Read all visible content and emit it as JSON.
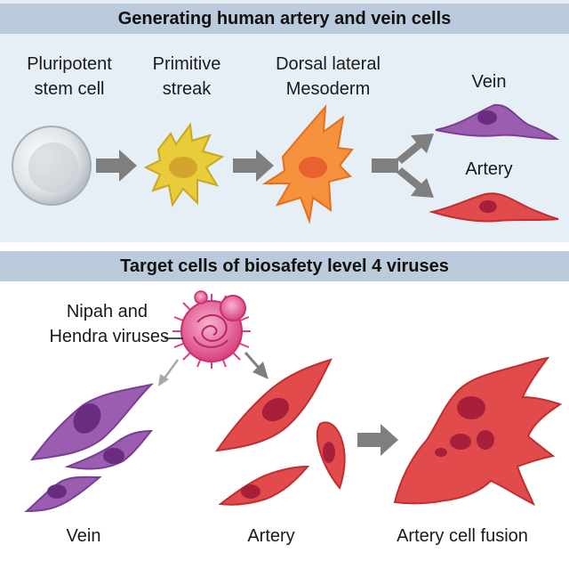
{
  "top": {
    "title": "Generating human artery and vein cells",
    "stages": [
      {
        "line1": "Pluripotent",
        "line2": "stem cell"
      },
      {
        "line1": "Primitive",
        "line2": "streak"
      },
      {
        "line1": "Dorsal lateral",
        "line2": "Mesoderm"
      }
    ],
    "vein_label": "Vein",
    "artery_label": "Artery"
  },
  "bottom": {
    "title": "Target cells of biosafety level 4 viruses",
    "virus_line1": "Nipah and",
    "virus_line2": "Hendra viruses",
    "vein_label": "Vein",
    "artery_label": "Artery",
    "fusion_label": "Artery cell fusion"
  },
  "colors": {
    "header_bg": "#bccbdc",
    "panel_bg": "#e6eef6",
    "vein": "#9b5db0",
    "artery": "#e24b4b",
    "mesoderm": "#f6923e",
    "streak": "#e8cc3a",
    "stem": "#d8dde2",
    "virus": "#e8629a",
    "arrow": "#7f7f7f"
  }
}
